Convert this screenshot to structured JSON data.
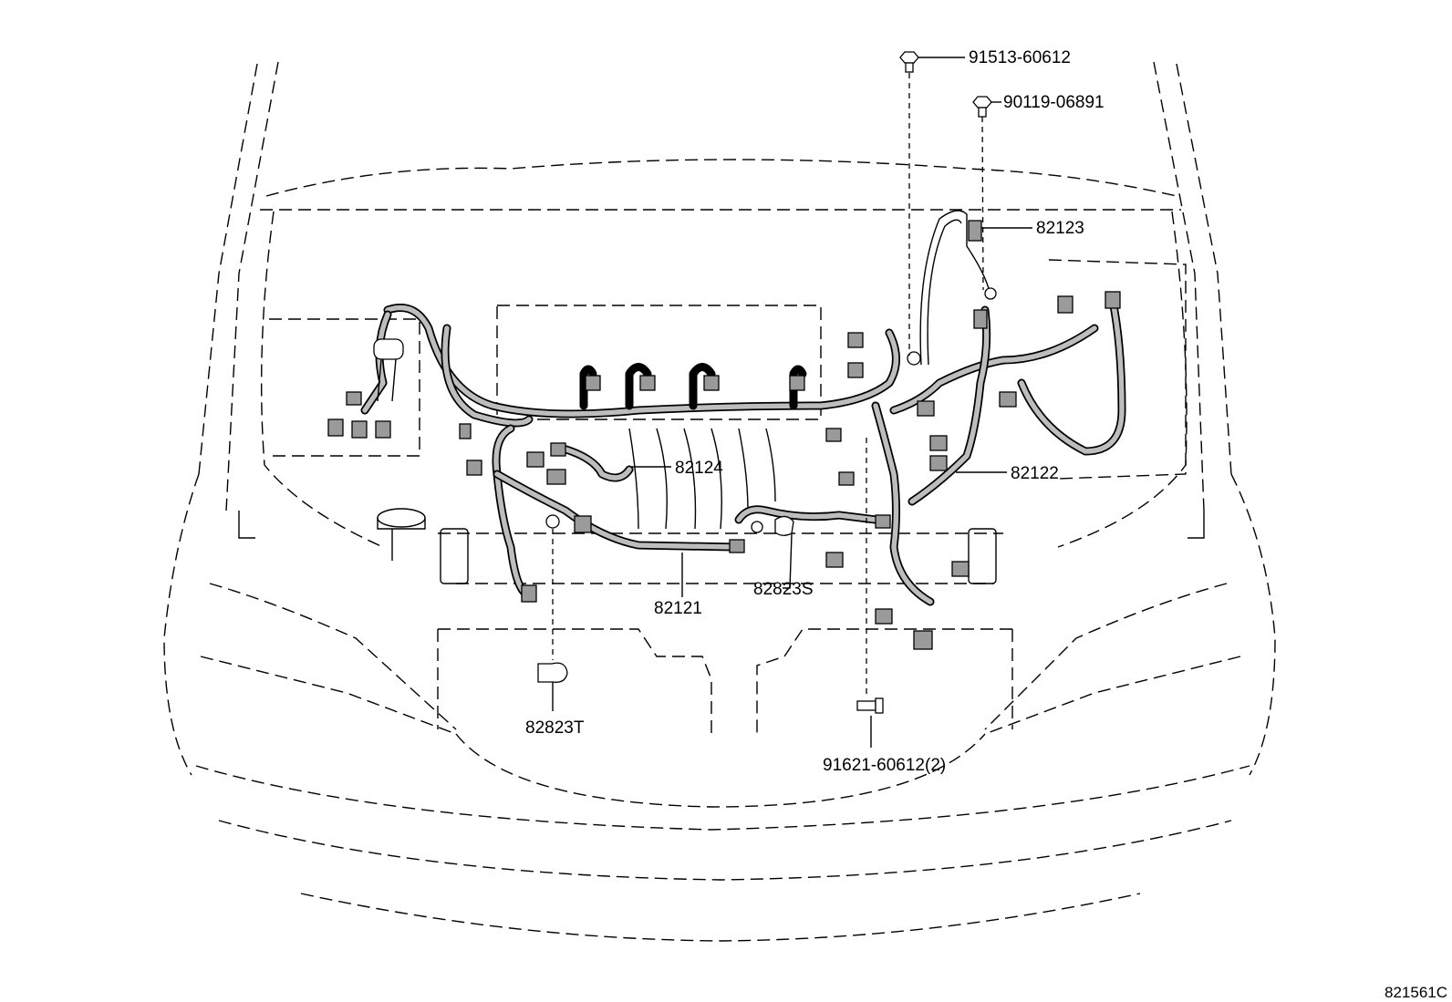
{
  "diagram": {
    "parts": [
      {
        "id": "bolt-top",
        "label": "91513-60612"
      },
      {
        "id": "bolt-flange",
        "label": "90119-06891"
      },
      {
        "id": "harness-82123",
        "label": "82123"
      },
      {
        "id": "harness-82124",
        "label": "82124"
      },
      {
        "id": "harness-82122",
        "label": "82122"
      },
      {
        "id": "harness-82121",
        "label": "82121"
      },
      {
        "id": "clamp-82823s",
        "label": "82823S"
      },
      {
        "id": "clamp-82823t",
        "label": "82823T"
      },
      {
        "id": "bolt-bottom",
        "label": "91621-60612(2)"
      }
    ],
    "drawing_id": "821561C"
  }
}
